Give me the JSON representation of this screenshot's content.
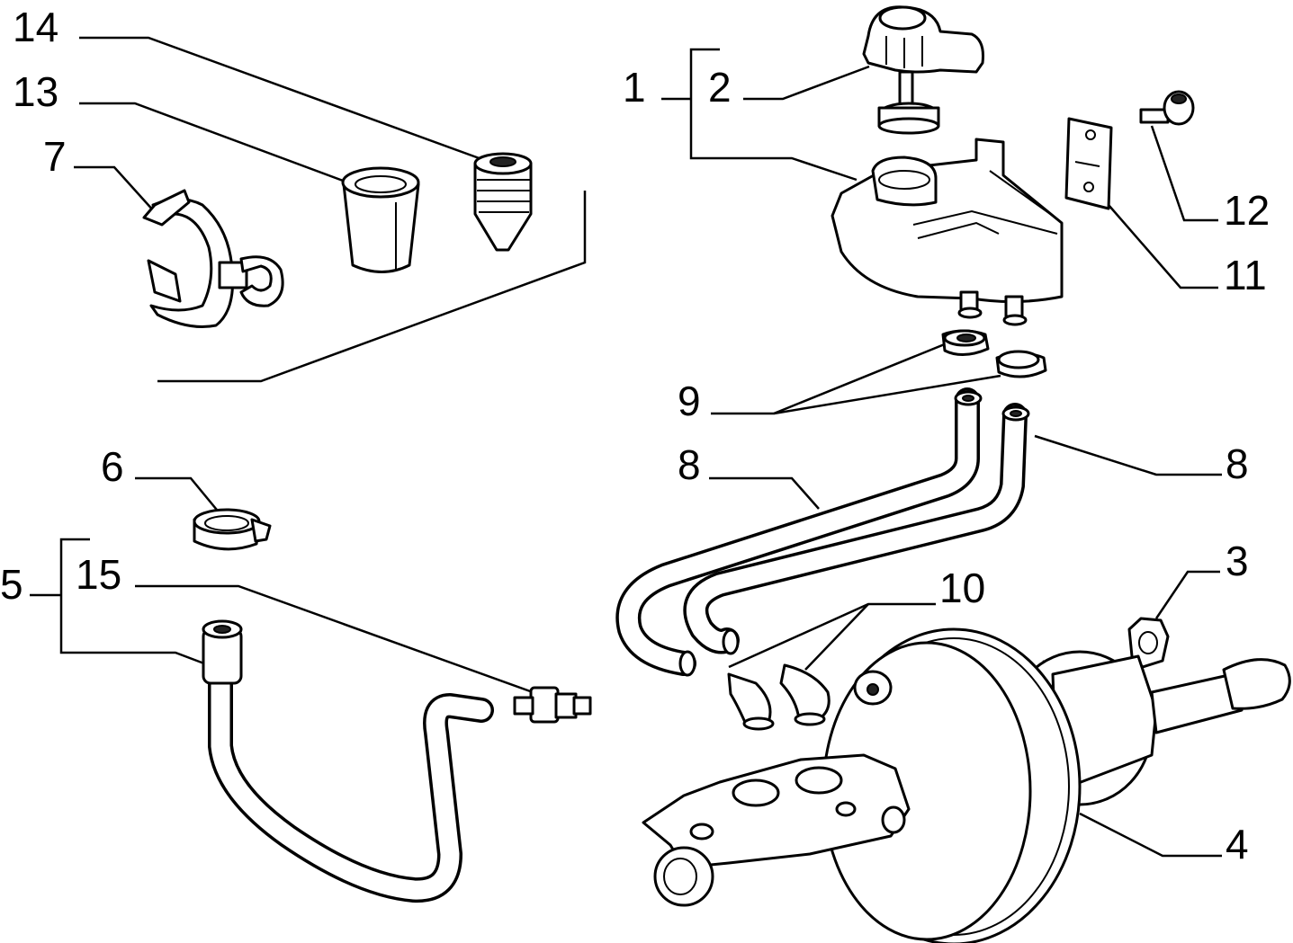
{
  "diagram": {
    "labels": {
      "l1": "1",
      "l2": "2",
      "l3": "3",
      "l4": "4",
      "l5": "5",
      "l6": "6",
      "l7": "7",
      "l8a": "8",
      "l8b": "8",
      "l9": "9",
      "l10": "10",
      "l11": "11",
      "l12": "12",
      "l13": "13",
      "l14": "14",
      "l15": "15"
    }
  }
}
